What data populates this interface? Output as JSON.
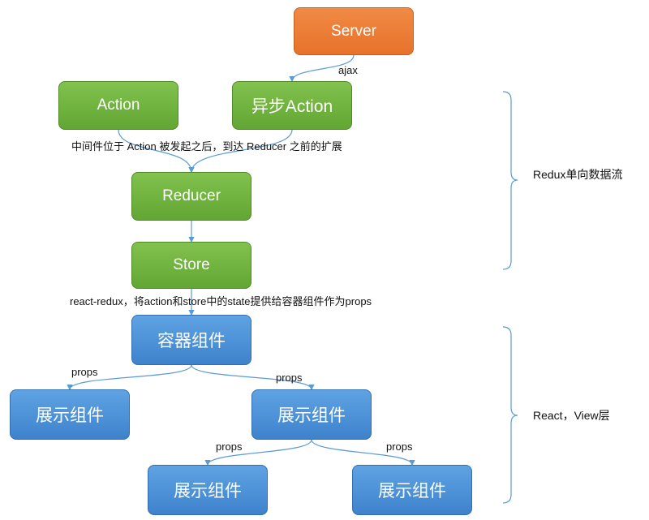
{
  "nodes": {
    "server": "Server",
    "action": "Action",
    "async_action": "异步Action",
    "reducer": "Reducer",
    "store": "Store",
    "container": "容器组件",
    "presentational_left": "展示组件",
    "presentational_mid": "展示组件",
    "presentational_bottom_left": "展示组件",
    "presentational_bottom_right": "展示组件"
  },
  "labels": {
    "ajax": "ajax",
    "middleware": "中间件位于 Action 被发起之后，到达 Reducer 之前的扩展",
    "react_redux": "react-redux，将action和store中的state提供给容器组件作为props",
    "props_1": "props",
    "props_2": "props",
    "props_3": "props",
    "props_4": "props"
  },
  "sections": {
    "redux_flow": "Redux单向数据流",
    "react_view": "React，View层"
  },
  "colors": {
    "server": "#e8722a",
    "action_green": "#6aac3a",
    "component_blue": "#4a8fd6",
    "connector": "#5b9bd5"
  }
}
